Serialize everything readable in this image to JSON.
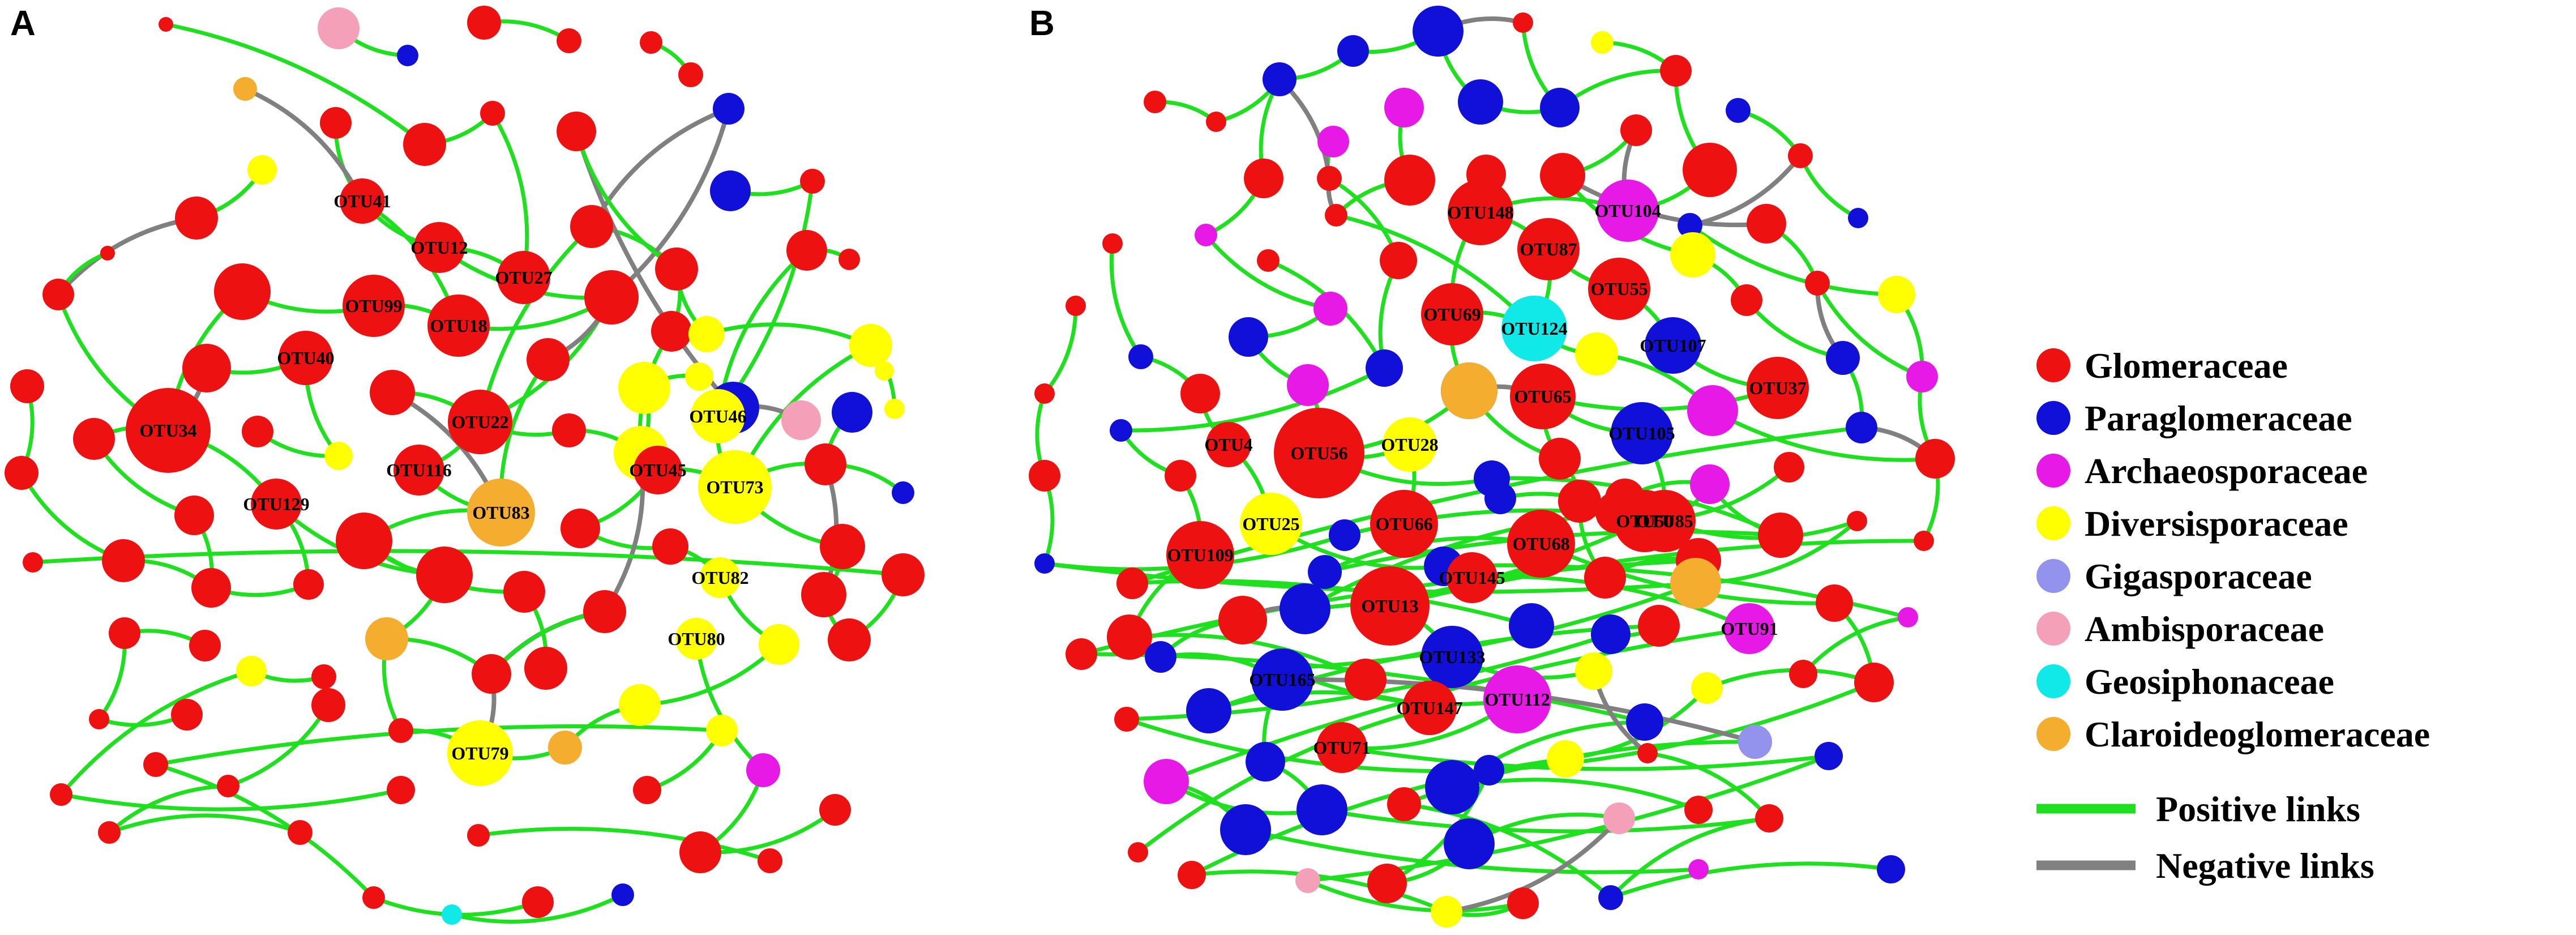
{
  "panels": [
    {
      "letter": "A"
    },
    {
      "letter": "B"
    }
  ],
  "colors": {
    "Glomeraceae": "#ee1111",
    "Paraglomeraceae": "#1010d8",
    "Archaeosporaceae": "#e619e6",
    "Diversisporaceae": "#ffff00",
    "Gigasporaceae": "#9393ee",
    "Ambisporaceae": "#f4a0b8",
    "Geosiphonaceae": "#11e8e8",
    "Claroideoglomeraceae": "#f5ad30",
    "positive": "#1ee01e",
    "negative": "#808080"
  },
  "legend": {
    "families": [
      {
        "label": "Glomeraceae",
        "color": "#ee1111"
      },
      {
        "label": "Paraglomeraceae",
        "color": "#1010d8"
      },
      {
        "label": "Archaeosporaceae",
        "color": "#e619e6"
      },
      {
        "label": "Diversisporaceae",
        "color": "#ffff00"
      },
      {
        "label": "Gigasporaceae",
        "color": "#9393ee"
      },
      {
        "label": "Ambisporaceae",
        "color": "#f4a0b8"
      },
      {
        "label": "Geosiphonaceae",
        "color": "#11e8e8"
      },
      {
        "label": "Claroideoglomeraceae",
        "color": "#f5ad30"
      }
    ],
    "links": [
      {
        "label": "Positive links",
        "color": "#1ee01e"
      },
      {
        "label": "Negative links",
        "color": "#808080"
      }
    ]
  },
  "node_labels_a": [
    "OTU41",
    "OTU12",
    "OTU27",
    "OTU99",
    "OTU18",
    "OTU40",
    "OTU22",
    "OTU34",
    "OTU46",
    "OTU116",
    "OTU83",
    "OTU45",
    "OTU73",
    "OTU129",
    "OTU82",
    "OTU80",
    "OTU79"
  ],
  "node_labels_b": [
    "OTU104",
    "OTU148",
    "OTU87",
    "OTU55",
    "OTU69",
    "OTU124",
    "OTU107",
    "OTU65",
    "OTU37",
    "OTU105",
    "OTU4",
    "OTU56",
    "OTU28",
    "OTU85",
    "OTU25",
    "OTU66",
    "OTU50",
    "OTU109",
    "OTU145",
    "OTU68",
    "OTU13",
    "OTU91",
    "OTU133",
    "OTU165",
    "OTU112",
    "OTU71",
    "OTU147"
  ]
}
